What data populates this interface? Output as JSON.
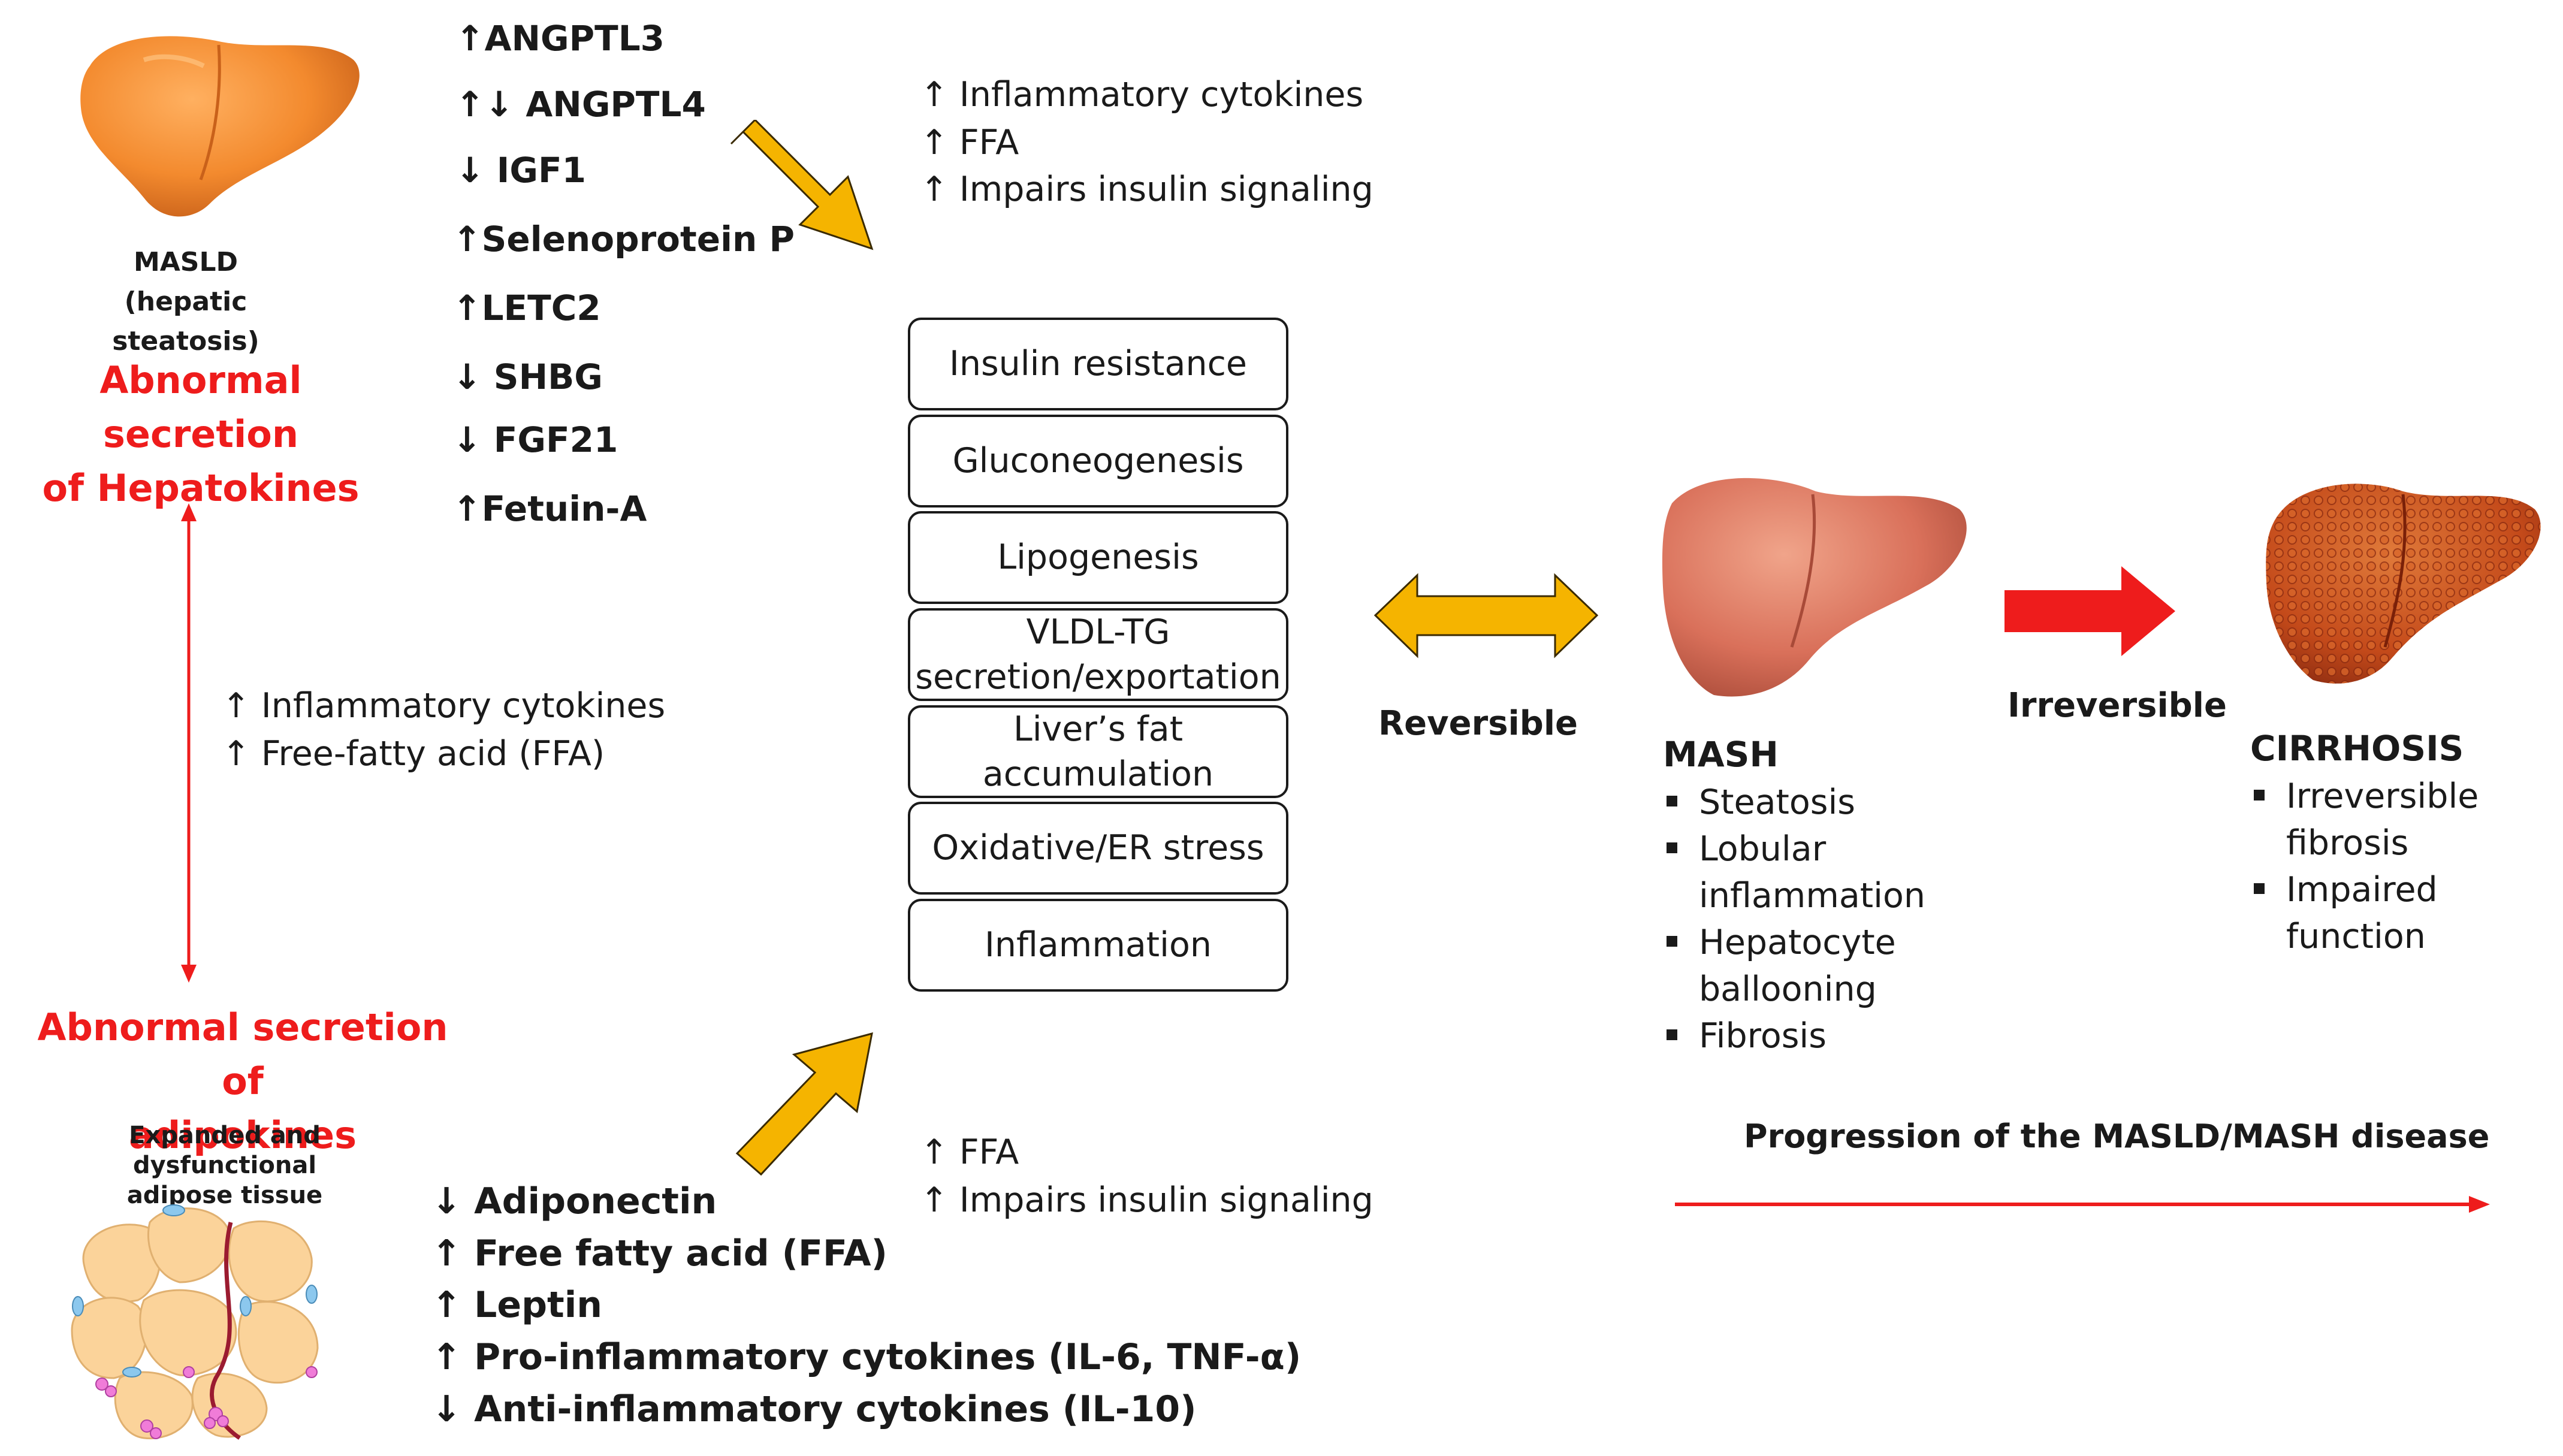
{
  "masld": {
    "name": "MASLD",
    "sub": "(hepatic steatosis)"
  },
  "hepatokines_title": [
    "Abnormal secretion",
    "of Hepatokines"
  ],
  "hepatokines": [
    "↑ANGPTL3",
    "↑↓ ANGPTL4",
    "↓ IGF1",
    "↑Selenoprotein P",
    "↑LETC2",
    "↓ SHBG",
    "↓ FGF21",
    "↑Fetuin-A"
  ],
  "hepatokine_effects": [
    "↑ Inflammatory cytokines",
    "↑ FFA",
    "↑ Impairs insulin signaling"
  ],
  "crosstalk_effects": [
    "↑ Inflammatory cytokines",
    "↑ Free-fatty acid (FFA)"
  ],
  "adipokines_title": [
    "Abnormal secretion of",
    "adipokines"
  ],
  "adipose": [
    "Expanded and dysfunctional",
    "adipose tissue"
  ],
  "adipokines": [
    "↓ Adiponectin",
    "↑ Free fatty acid (FFA)",
    "↑ Leptin",
    "↑ Pro-inflammatory cytokines (IL-6, TNF-α)",
    "↓ Anti-inflammatory cytokines (IL-10)"
  ],
  "adipokine_effects": [
    "↑ FFA",
    "↑ Impairs insulin signaling"
  ],
  "mechanisms": [
    [
      "Insulin resistance"
    ],
    [
      "Gluconeogenesis"
    ],
    [
      "Lipogenesis"
    ],
    [
      "VLDL-TG",
      "secretion/exportation"
    ],
    [
      "Liver’s fat",
      "accumulation"
    ],
    [
      "Oxidative/ER stress"
    ],
    [
      "Inflammation"
    ]
  ],
  "reversible_label": "Reversible",
  "irreversible_label": "Irreversible",
  "mash": {
    "title": "MASH",
    "items": [
      [
        "Steatosis"
      ],
      [
        "Lobular",
        "inflammation"
      ],
      [
        "Hepatocyte",
        "ballooning"
      ],
      [
        "Fibrosis"
      ]
    ]
  },
  "cirrhosis": {
    "title": "CIRRHOSIS",
    "items": [
      [
        "Irreversible",
        "fibrosis"
      ],
      [
        "Impaired function"
      ]
    ]
  },
  "progression_label": "Progression of the MASLD/MASH disease",
  "colors": {
    "liver_fatty": "#f38a2e",
    "liver_mash": "#d9705a",
    "liver_cirrhosis": "#c44a1a",
    "yellow_arrow": "#f5b400",
    "red_arrow": "#ee1c1c",
    "title_red": "#ee1c1c"
  }
}
